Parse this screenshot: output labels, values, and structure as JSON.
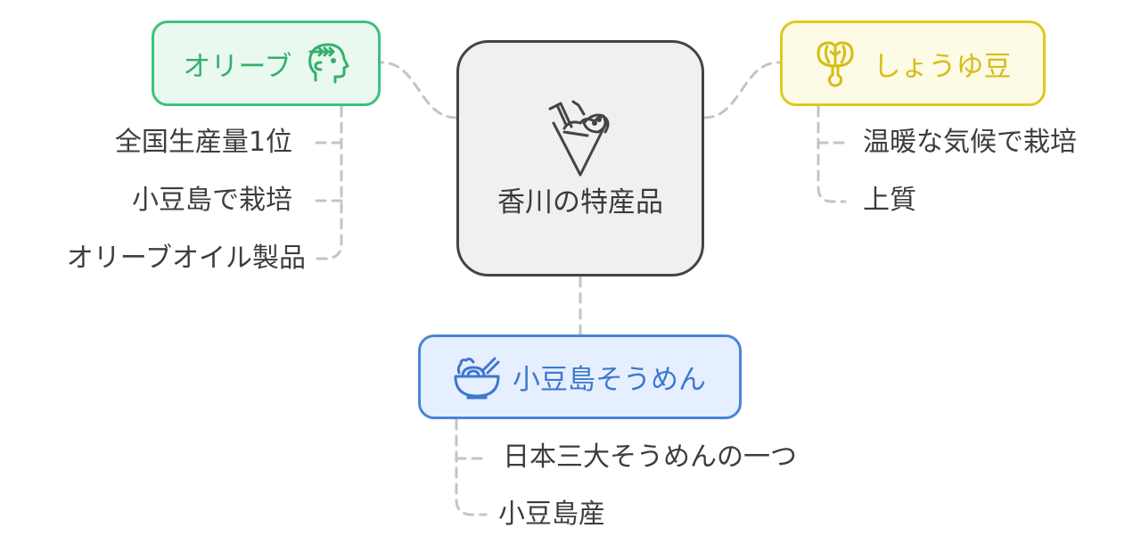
{
  "diagram": {
    "type": "mind-map",
    "center": {
      "label": "香川の特産品",
      "icon": "crepe-cone-icon",
      "border_color": "#444444",
      "fill_color": "#f0f0f0"
    },
    "branches": [
      {
        "id": "olive",
        "label": "オリーブ",
        "icon": "head-olive-branch-icon",
        "border_color": "#3ec07c",
        "fill_color": "#e9f9ef",
        "text_color": "#34b06d",
        "children": [
          {
            "label": "全国生産量1位"
          },
          {
            "label": "小豆島で栽培"
          },
          {
            "label": "オリーブオイル製品"
          }
        ]
      },
      {
        "id": "shoyu-mame",
        "label": "しょうゆ豆",
        "icon": "bean-sprout-icon",
        "border_color": "#ddc91b",
        "fill_color": "#fdfae6",
        "text_color": "#d5be14",
        "children": [
          {
            "label": "温暖な気候で栽培"
          },
          {
            "label": "上質"
          }
        ]
      },
      {
        "id": "somen",
        "label": "小豆島そうめん",
        "icon": "noodle-bowl-icon",
        "border_color": "#4a84d8",
        "fill_color": "#e6efff",
        "text_color": "#3d78cf",
        "children": [
          {
            "label": "日本三大そうめんの一つ"
          },
          {
            "label": "小豆島産"
          }
        ]
      }
    ],
    "connector_color": "#c4c4c4"
  }
}
